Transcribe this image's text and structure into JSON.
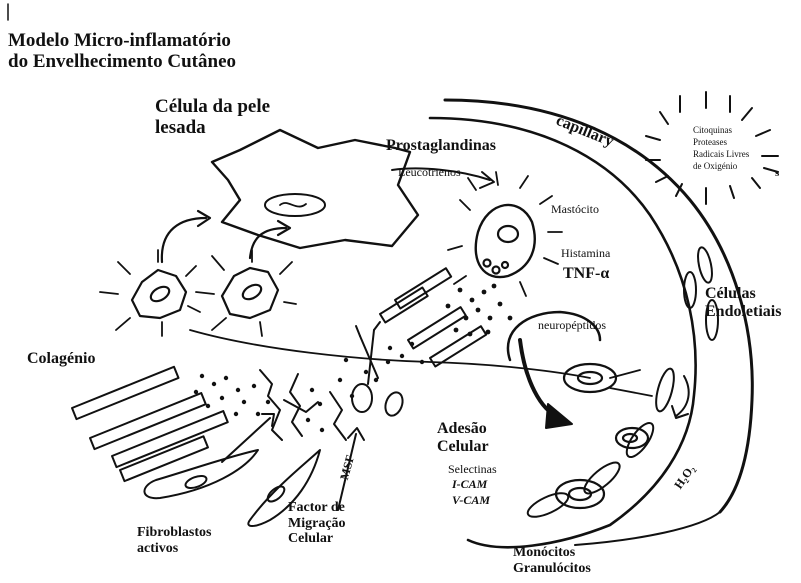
{
  "title": {
    "line1": "Modelo Micro-inflamatório",
    "line2": "do Envelhecimento Cutâneo"
  },
  "labels": {
    "cell_line1": "Célula da pele",
    "cell_line2": "lesada",
    "prostaglandinas": "Prostaglandinas",
    "leucotrienos": "Leucotrienos",
    "capillary": "capillary",
    "mastocito": "Mastócito",
    "histamina": "Histamina",
    "tnf": "TNF-α",
    "neuropeptidos": "neuropéptidos",
    "colagenio": "Colagénio",
    "celulas_line1": "Células",
    "celulas_line2": "Endoletiais",
    "adesao_line1": "Adesão",
    "adesao_line2": "Celular",
    "selectinas": "Selectinas",
    "icam": "I-CAM",
    "vcam": "V-CAM",
    "fibro_line1": "Fibroblastos",
    "fibro_line2": "activos",
    "factor_line1": "Factor de",
    "factor_line2": "Migração",
    "factor_line3": "Celular",
    "msf": "MSF",
    "monocitos": "Monócitos",
    "granulocitos": "Granulócitos",
    "h2o2": "H₂O₂",
    "s_mark": "s"
  },
  "mediators": [
    "Citoquinas",
    "Proteases",
    "Radicais Livres",
    "de Oxigénio"
  ]
}
